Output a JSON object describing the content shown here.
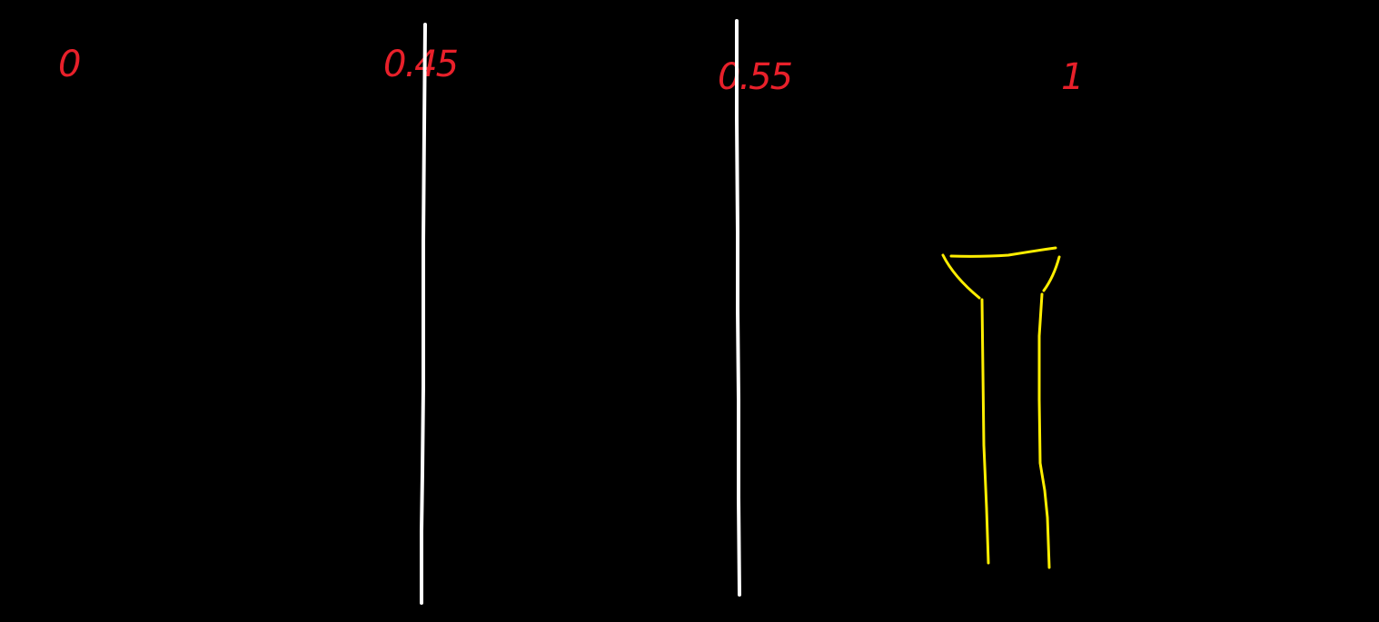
{
  "labels": [
    {
      "id": "zero",
      "text": "0"
    },
    {
      "id": "p045",
      "text": "0.45"
    },
    {
      "id": "p055",
      "text": "0.55"
    },
    {
      "id": "one",
      "text": "1"
    }
  ],
  "colors": {
    "background": "#000000",
    "labels": "#e8202a",
    "divider_lines": "#ffffff",
    "funnel_shape": "#ffee00"
  },
  "shape": {
    "icon": "funnel-stem-shape"
  }
}
